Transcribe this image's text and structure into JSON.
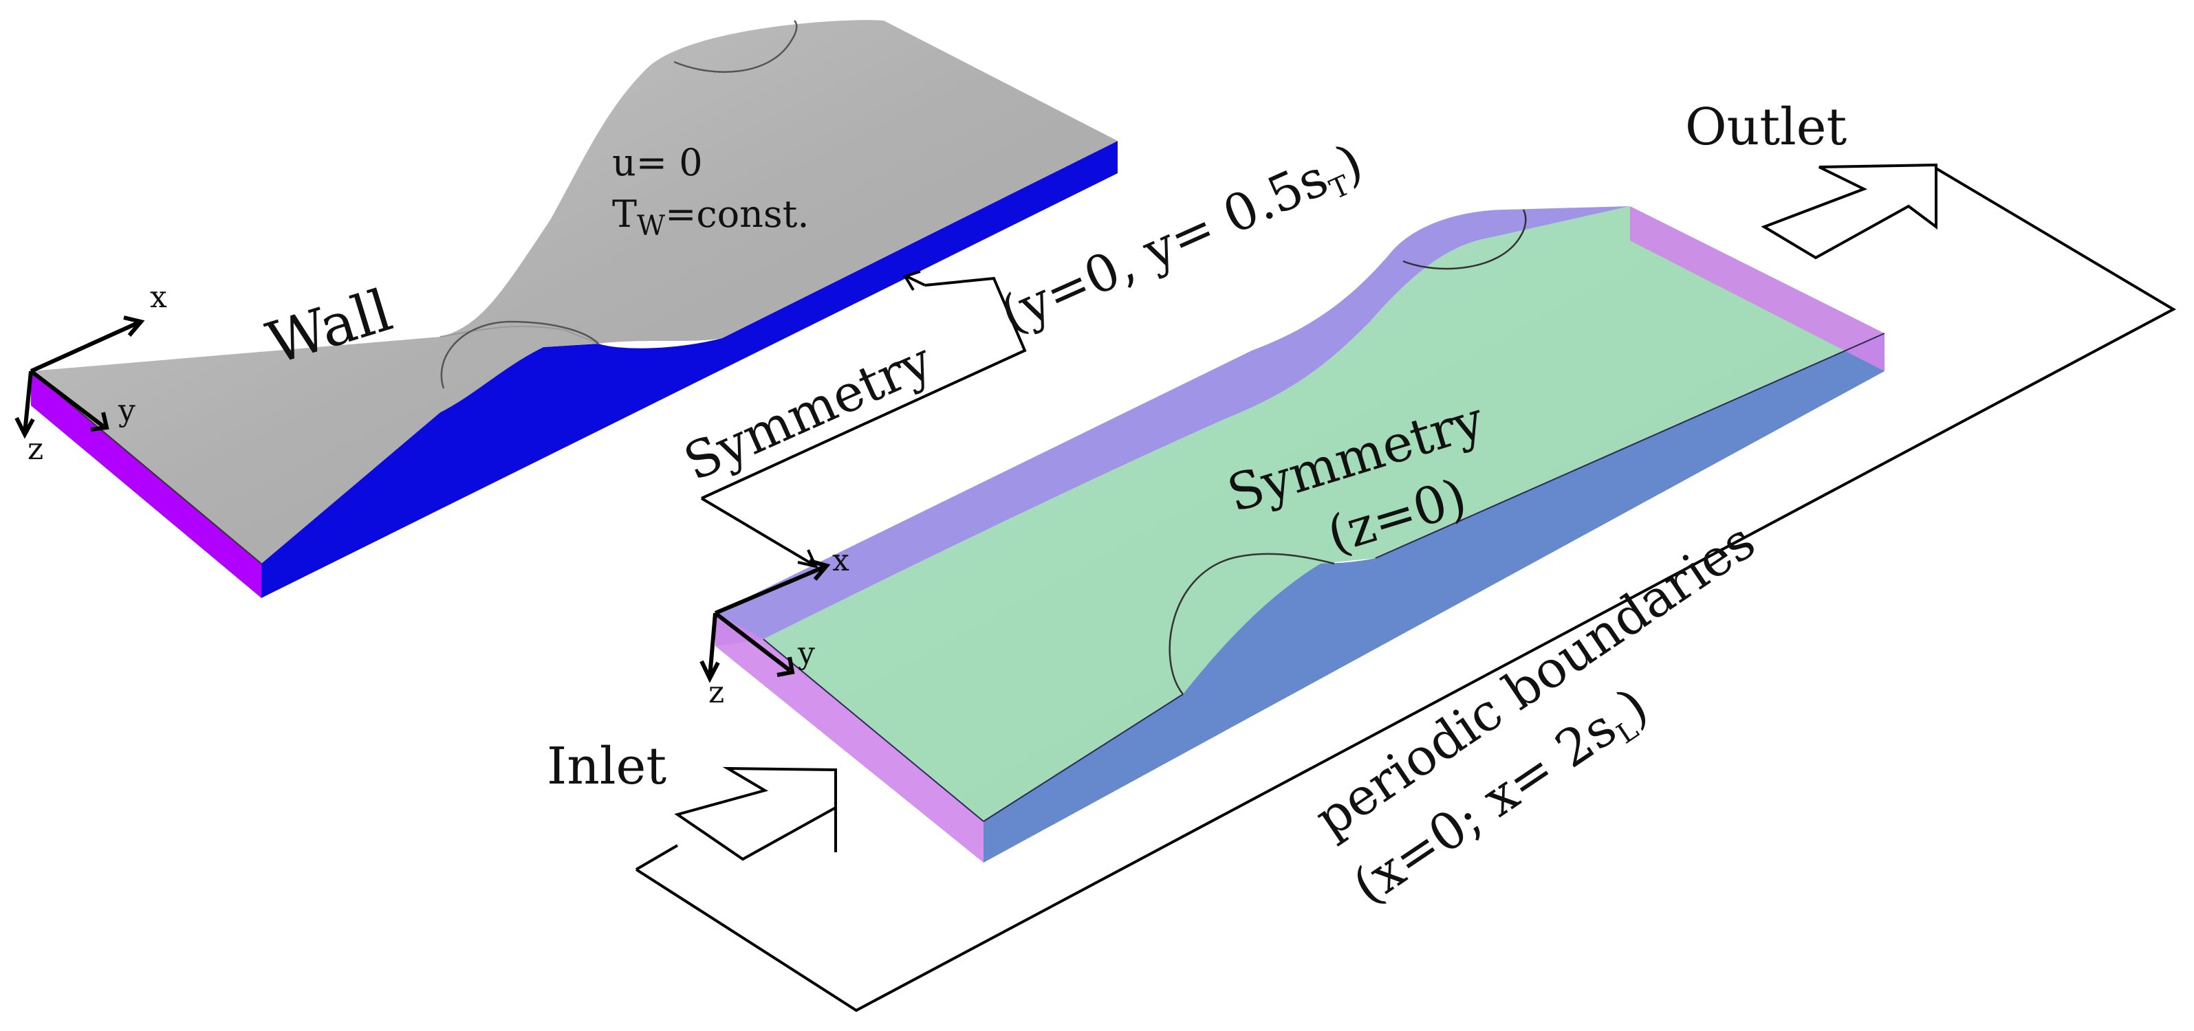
{
  "labels": {
    "wall": "Wall",
    "u_cond": "u= 0",
    "tw_main": "T",
    "tw_sub": "W",
    "tw_rest": "=const.",
    "symmetry_y_title": "Symmetry",
    "symmetry_y_cond_main": "(y=0, y= 0.5s",
    "symmetry_y_cond_sub": "T",
    "symmetry_y_cond_end": ")",
    "symmetry_z_title": "Symmetry",
    "symmetry_z_cond": "(z=0)",
    "outlet": "Outlet",
    "inlet": "Inlet",
    "periodic_title": "periodic boundaries",
    "periodic_cond_main": "(x=0; x= 2s",
    "periodic_cond_sub": "L",
    "periodic_cond_end": ")"
  },
  "axes": {
    "x": "x",
    "y": "y",
    "z": "z"
  },
  "colors": {
    "wall_top": "#b4b4b4",
    "side_blue": "#0a0adf",
    "end_magenta": "#b000ff",
    "sym_green": "#a7ddb9",
    "sym_side_blue": "#6688cc",
    "sym_violet": "#9b8ee6",
    "sym_end_pink": "#cf87ea",
    "lines": "#111111"
  }
}
